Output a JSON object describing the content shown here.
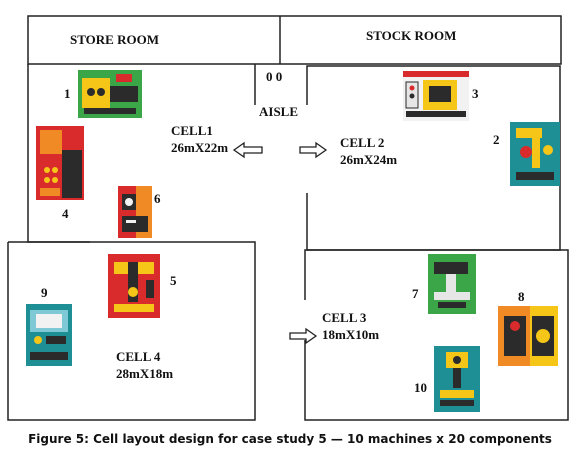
{
  "rooms": {
    "store_room": "STORE ROOM",
    "stock_room": "STOCK ROOM",
    "aisle": "AISLE",
    "aisle_marks": "0 0"
  },
  "cells": {
    "cell1_name": "CELL1",
    "cell1_size": "26mX22m",
    "cell2_name": "CELL 2",
    "cell2_size": "26mX24m",
    "cell3_name": "CELL 3",
    "cell3_size": "18mX10m",
    "cell4_name": "CELL 4",
    "cell4_size": "28mX18m"
  },
  "machines": {
    "m1": "1",
    "m2": "2",
    "m3": "3",
    "m4": "4",
    "m5": "5",
    "m6": "6",
    "m7": "7",
    "m8": "8",
    "m9": "9",
    "m10": "10"
  },
  "caption": "Figure 5: Cell layout design for case study 5 — 10 machines x 20 components",
  "colors": {
    "line": "#222222",
    "teal": "#1f8f96",
    "yellow": "#f5c518",
    "red": "#d92b2b",
    "orange": "#f08a24",
    "green": "#3aa648",
    "dark": "#2b2b2b",
    "lightblue": "#7fc9d6"
  }
}
